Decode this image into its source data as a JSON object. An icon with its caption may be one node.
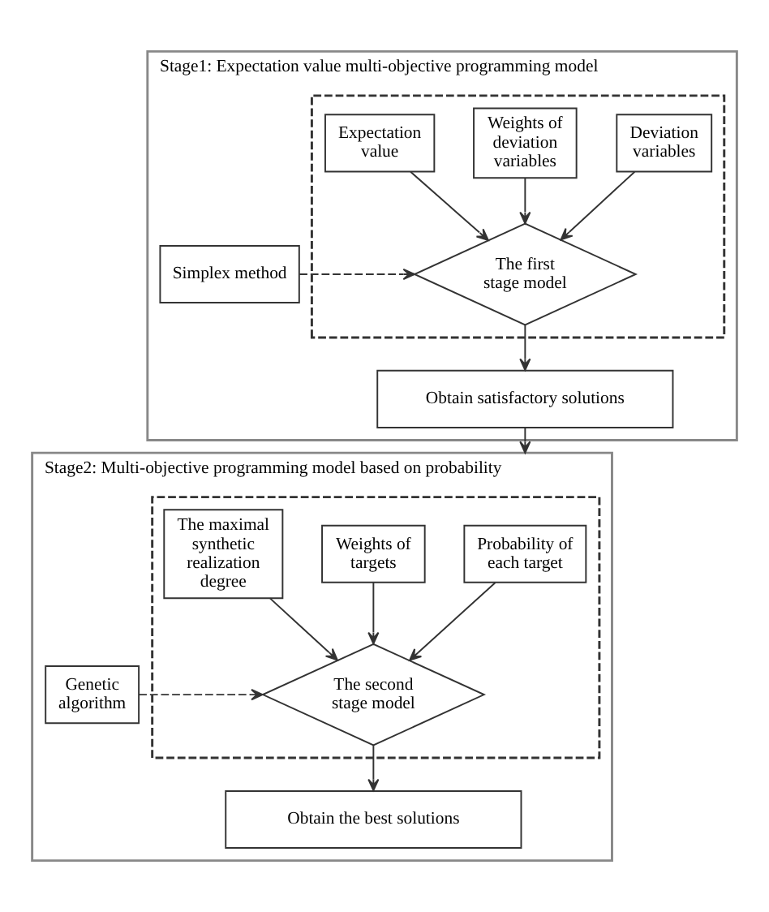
{
  "diagram": {
    "nodes": [
      {
        "text": [
          "Stage1: Expectation value multi-objective programming model"
        ]
      },
      {
        "text": [],
        "shape": "box",
        "in": 0
      },
      {
        "text": [
          "Deviation variables"
        ],
        "in": 1
      },
      {
        "text": [
          "Weights of deviation variables"
        ],
        "in": 1
      },
      {
        "text": [
          "Expectation value"
        ],
        "in": 1
      },
      {
        "text": [
          "The first stage model"
        ],
        "in": 1
      },
      {
        "text": [
          "Simplex method"
        ],
        "in": 0
      },
      {
        "text": [
          "Obtain satisfactory solutions"
        ],
        "in": 0
      },
      {
        "text": [
          "Stage2: Multi-objective programming model based on probability"
        ]
      },
      {
        "text": [],
        "shape": "box",
        "in": 8
      },
      {
        "text": [
          "Probability of each target"
        ],
        "in": 9
      },
      {
        "text": [
          "Weights of targets"
        ],
        "in": 9
      },
      {
        "text": [
          "The maximal synthetic realization degree"
        ],
        "in": 9
      },
      {
        "text": [
          "The second stage model"
        ],
        "in": 9
      },
      {
        "text": [
          "Genetic algorithm"
        ],
        "in": 8
      },
      {
        "text": [
          "Obtain the best solutions"
        ],
        "in": 8
      }
    ],
    "edges": [
      {
        "from": 2,
        "to": 5,
        "arrow": "to"
      },
      {
        "from": 3,
        "to": 5,
        "arrow": "to"
      },
      {
        "from": 4,
        "to": 5,
        "arrow": "to"
      },
      {
        "from": 6,
        "to": 5,
        "arrow": "to",
        "style": "dashed"
      },
      {
        "from": 5,
        "to": 7,
        "arrow": "to"
      },
      {
        "from": 7,
        "to": 8,
        "arrow": "to"
      },
      {
        "from": 10,
        "to": 13,
        "arrow": "to"
      },
      {
        "from": 11,
        "to": 13,
        "arrow": "to"
      },
      {
        "from": 12,
        "to": 13,
        "arrow": "to"
      },
      {
        "from": 14,
        "to": 13,
        "arrow": "to",
        "style": "dashed"
      },
      {
        "from": 13,
        "to": 15,
        "arrow": "to"
      }
    ]
  }
}
